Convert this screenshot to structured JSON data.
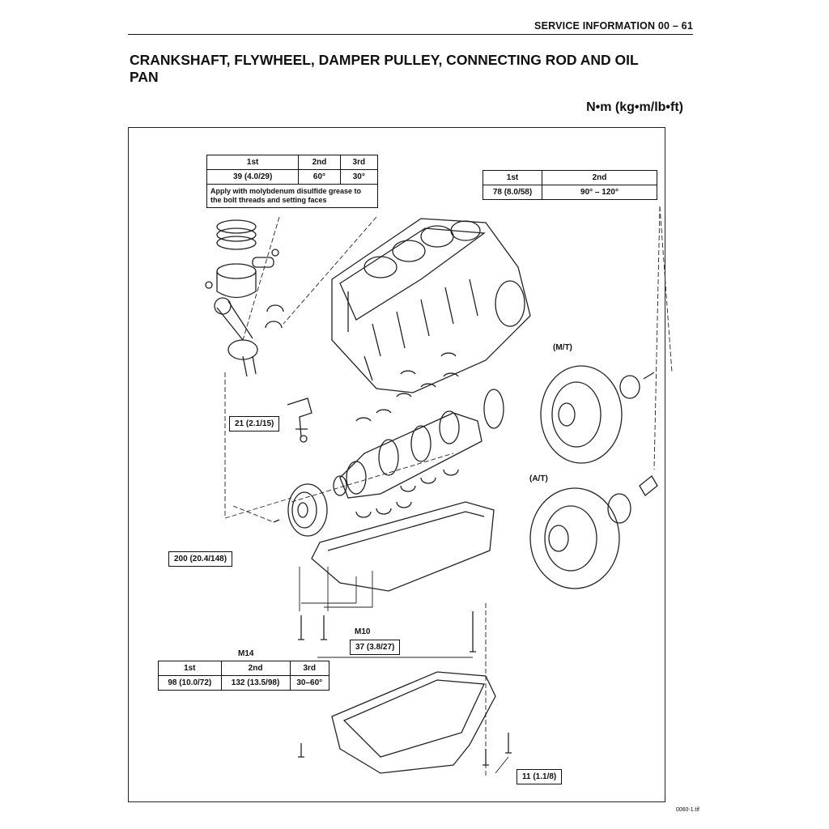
{
  "header": {
    "section": "SERVICE INFORMATION 00 – 61"
  },
  "title": "CRANKSHAFT, FLYWHEEL, DAMPER PULLEY, CONNECTING ROD AND OIL PAN",
  "units": "N•m (kg•m/lb•ft)",
  "conrod_table": {
    "headers": [
      "1st",
      "2nd",
      "3rd"
    ],
    "values": [
      "39 (4.0/29)",
      "60°",
      "30°"
    ],
    "note": "Apply with molybdenum disulfide grease to the bolt threads and setting faces"
  },
  "flywheel_table": {
    "headers": [
      "1st",
      "2nd"
    ],
    "values": [
      "78 (8.0/58)",
      "90° – 120°"
    ]
  },
  "labels": {
    "mt": "(M/T)",
    "at": "(A/T)",
    "m10": "M10",
    "m14": "M14"
  },
  "torques": {
    "bracket": "21 (2.1/15)",
    "pulley": "200 (20.4/148)",
    "m10": "37 (3.8/27)",
    "oil_pan": "11 (1.1/8)"
  },
  "main_bearing_table": {
    "headers": [
      "1st",
      "2nd",
      "3rd"
    ],
    "values": [
      "98 (10.0/72)",
      "132 (13.5/98)",
      "30–60°"
    ]
  },
  "figure_id": "0060-1.tif"
}
